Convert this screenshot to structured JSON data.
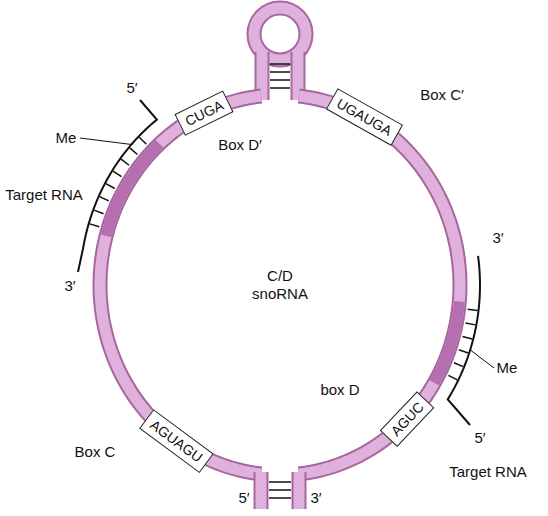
{
  "diagram": {
    "nodes": [
      {
        "text": [
          "CUGA"
        ]
      },
      {
        "text": [
          "UGAUGA"
        ]
      },
      {
        "text": [
          "AGUAGU"
        ]
      },
      {
        "text": [
          "AGUC"
        ]
      }
    ],
    "labels": [
      "5′",
      "Box D′",
      "Box C′",
      "Me",
      "Target RNA",
      "3′",
      "C/D snoRNA",
      "3′",
      "Me",
      "box D",
      "5′",
      "Target RNA",
      "Box C",
      "5′",
      "3′"
    ]
  }
}
